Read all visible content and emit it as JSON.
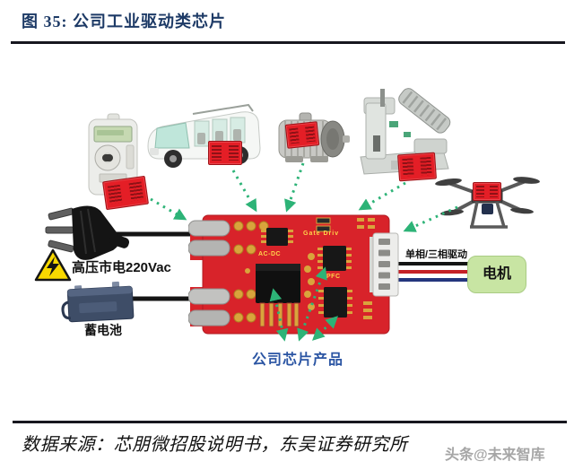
{
  "header": {
    "title": "图 35:  公司工业驱动类芯片"
  },
  "diagram": {
    "devices": [
      "electricity-meter",
      "electric-shuttle-bus",
      "electric-motor",
      "industrial-sewing-machine",
      "drone"
    ],
    "labels": {
      "mains": "高压市电220Vac",
      "battery": "蓄电池",
      "chip_products": "公司芯片产品",
      "drive_type": "单相/三相驱动",
      "motor": "电机"
    },
    "pcb": {
      "acdc": "AC-DC",
      "gate_driver": "Gate Driv",
      "pfc": "PFC"
    }
  },
  "footer": {
    "source": "数据来源：芯朋微招股说明书，东吴证券研究所",
    "watermark": "头条@未来智库"
  },
  "icons": {
    "warning-icon": "⚡ triangle-lightning",
    "chip-tag-icon": "red-pcb-chip",
    "electricity-meter-icon": "smart-meter",
    "shuttle-bus-icon": "electric-bus",
    "motor-icon": "electric-motor",
    "sewing-machine-icon": "industrial-sewing-machine",
    "drone-icon": "quadcopter"
  },
  "colors": {
    "title-navy": "#1d3a66",
    "rule-dark": "#17171f",
    "pcb-red": "#d8232a",
    "chip-red": "#e41e26",
    "chip-red-dark": "#8f1116",
    "arrow-green": "#2db377",
    "label-blue": "#2b55a3",
    "motor-box-green": "#c8e5a3",
    "silk-yellow": "#ffd24a",
    "wire-black": "#141414",
    "wire-red": "#c42127",
    "wire-blue": "#24367d",
    "watermark-gray": "#a6a6a6"
  }
}
